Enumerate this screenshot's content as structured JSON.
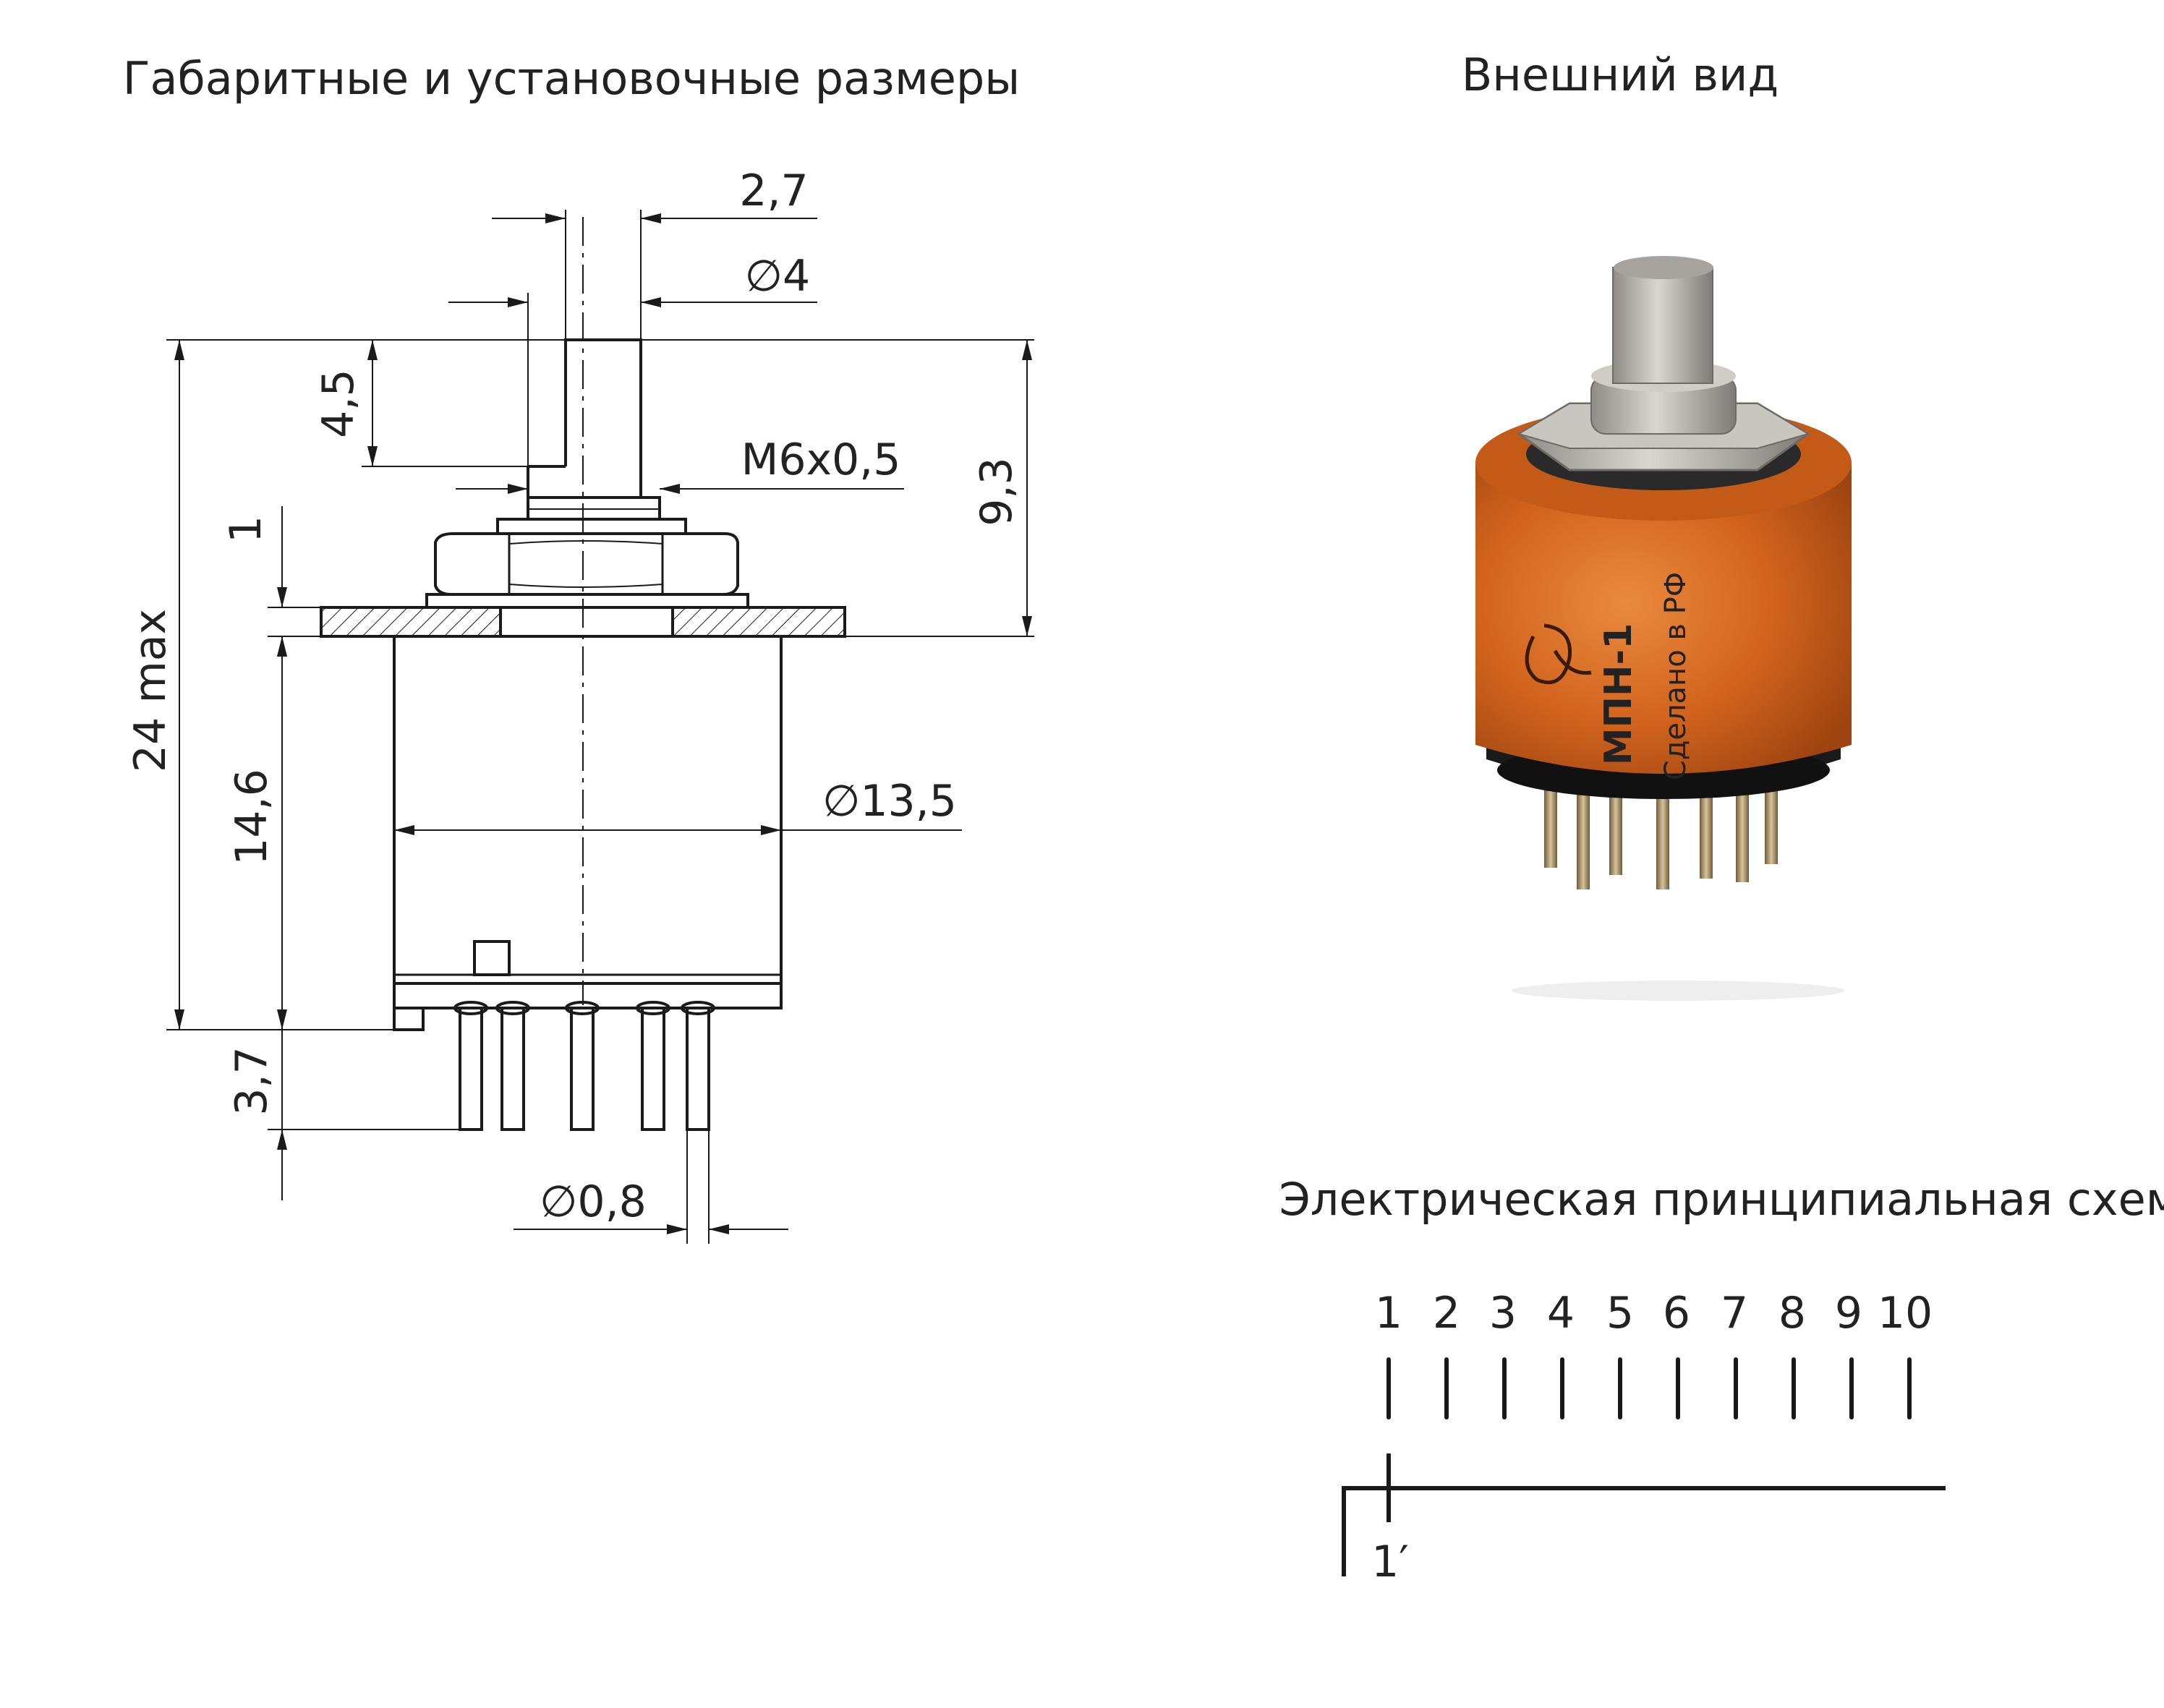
{
  "titles": {
    "dimensions": "Габаритные и установочные размеры",
    "appearance": "Внешний вид",
    "schematic": "Электрическая принципиальная схема"
  },
  "dimensions": {
    "flat_width": "2,7",
    "shaft_diameter": "∅4",
    "flat_length": "4,5",
    "thread": "M6x0,5",
    "shaft_height": "9,3",
    "flange_thickness": "1",
    "total_height": "24 max",
    "body_height": "14,6",
    "body_diameter": "∅13,5",
    "pin_length": "3,7",
    "pin_diameter": "∅0,8"
  },
  "photo": {
    "model": "МПН-1",
    "made_in": "Сделано в РФ",
    "body_color": "#d2641e",
    "metal_color": "#b9b6b0"
  },
  "schematic": {
    "contacts": [
      "1",
      "2",
      "3",
      "4",
      "5",
      "6",
      "7",
      "8",
      "9",
      "10"
    ],
    "common": "1′"
  }
}
